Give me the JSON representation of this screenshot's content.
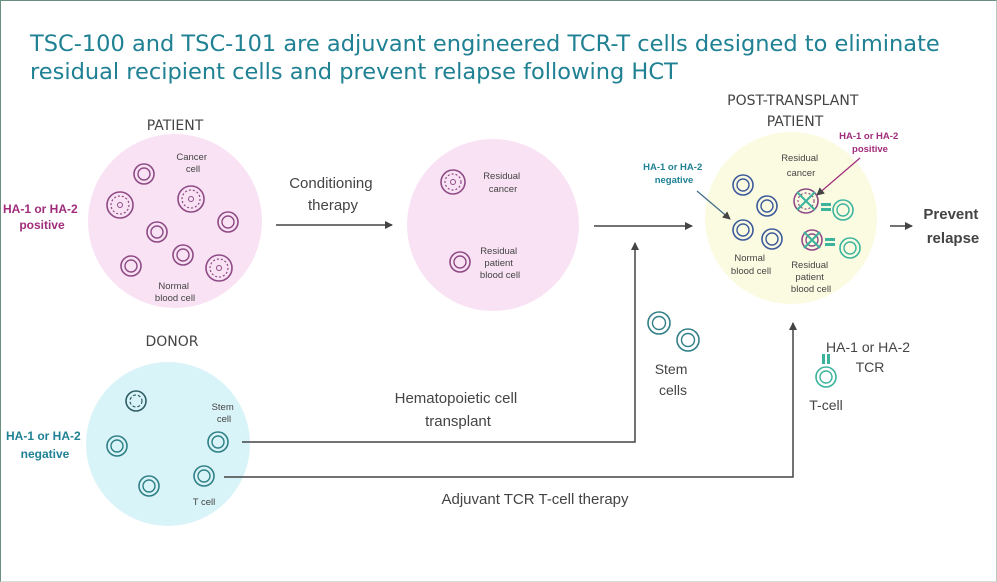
{
  "title": {
    "line1": "TSC-100 and TSC-101 are adjuvant engineered TCR-T cells designed to eliminate",
    "line2": "residual recipient cells and prevent relapse following HCT"
  },
  "patient": {
    "heading": "PATIENT",
    "side_label": [
      "HA-1 or HA-2",
      "positive"
    ],
    "cancer_label": [
      "Cancer",
      "cell"
    ],
    "normal_label": [
      "Normal",
      "blood cell"
    ]
  },
  "conditioning": {
    "label": [
      "Conditioning",
      "therapy"
    ]
  },
  "after_conditioning": {
    "residual_cancer": [
      "Residual",
      "cancer"
    ],
    "residual_patient": [
      "Residual",
      "patient",
      "blood cell"
    ]
  },
  "post_transplant": {
    "heading": [
      "POST-TRANSPLANT",
      "PATIENT"
    ],
    "negative_label": [
      "HA-1 or HA-2",
      "negative"
    ],
    "positive_label": [
      "HA-1 or HA-2",
      "positive"
    ],
    "residual_cancer": [
      "Residual",
      "cancer"
    ],
    "normal": [
      "Normal",
      "blood cell"
    ],
    "residual_patient": [
      "Residual",
      "patient",
      "blood cell"
    ]
  },
  "outcome": {
    "label": [
      "Prevent",
      "relapse"
    ]
  },
  "donor": {
    "heading": "DONOR",
    "side_label": [
      "HA-1 or HA-2",
      "negative"
    ],
    "stem_label": [
      "Stem",
      "cell"
    ],
    "tcell_label": "T cell"
  },
  "stem_cells": {
    "label": [
      "Stem",
      "cells"
    ]
  },
  "hct": {
    "label": [
      "Hematopoietic cell",
      "transplant"
    ]
  },
  "tcell_legend": {
    "tcr_label": [
      "HA-1 or HA-2",
      "TCR"
    ],
    "cell_label": "T-cell"
  },
  "adjuvant": {
    "label": "Adjuvant TCR T-cell therapy"
  },
  "colors": {
    "teal": "#1f8193",
    "magenta": "#a12c7b",
    "patient_fill": "#f9e2f4",
    "donor_fill": "#d9f4f8",
    "post_fill": "#fbfbe2",
    "cell_purple": "#8e4b86",
    "cell_blue": "#3d5a9a",
    "cell_green": "#3bb39d",
    "text_gray": "#444444"
  }
}
